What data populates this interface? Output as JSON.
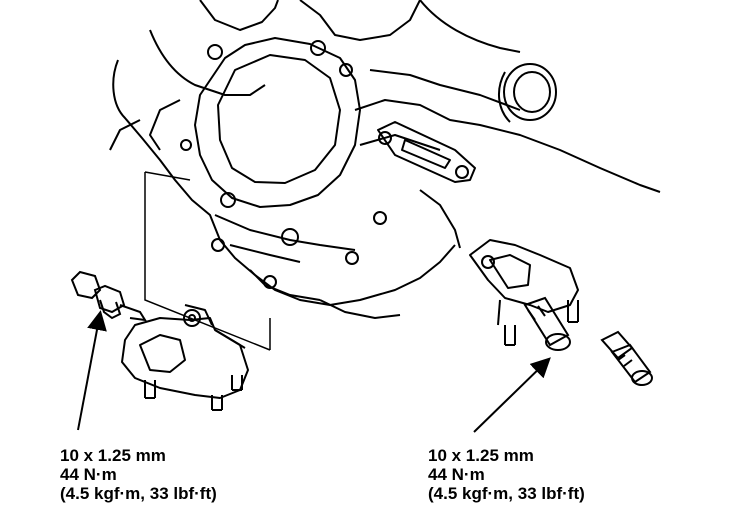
{
  "callouts": [
    {
      "size": "10 x 1.25 mm",
      "torque_nm": "44 N·m",
      "torque_alt": "(4.5 kgf·m, 33 lbf·ft)"
    },
    {
      "size": "10 x 1.25 mm",
      "torque_nm": "44 N·m",
      "torque_alt": "(4.5 kgf·m, 33 lbf·ft)"
    }
  ],
  "colors": {
    "line": "#000000",
    "background": "#ffffff"
  }
}
